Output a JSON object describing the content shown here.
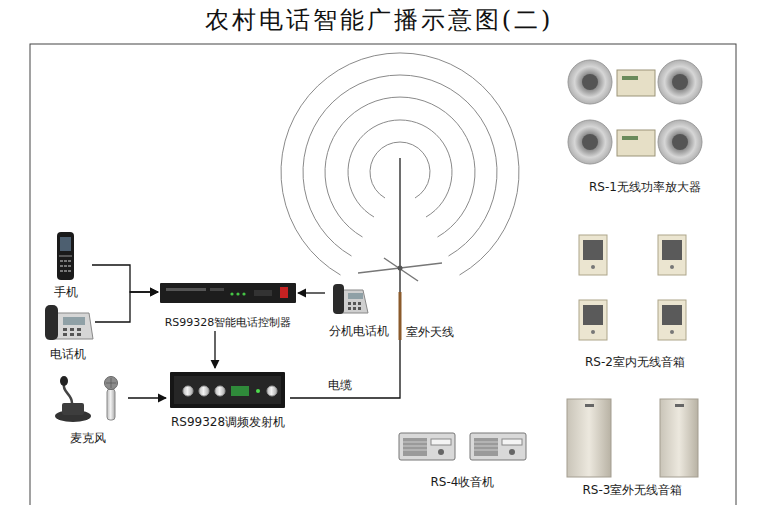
{
  "diagram": {
    "title": "农村电话智能广播示意图(二)",
    "nodes": [
      {
        "text": [
          "手机"
        ]
      },
      {
        "text": [
          "电话机"
        ]
      },
      {
        "text": [
          "RS99328智能电话控制器"
        ]
      },
      {
        "text": [
          "分机电话机"
        ]
      },
      {
        "text": [
          "麦克风"
        ]
      },
      {
        "text": [
          "RS99328调频发射机"
        ]
      },
      {
        "text": [
          "室外天线"
        ]
      },
      {
        "text": [
          "RS-1无线功率放大器"
        ]
      },
      {
        "text": [
          "RS-2室内无线音箱"
        ]
      },
      {
        "text": [
          "RS-3室外无线音箱"
        ]
      },
      {
        "text": [
          "RS-4收音机"
        ]
      }
    ],
    "edges": [
      {
        "from": 0,
        "to": 2,
        "arrow": "to"
      },
      {
        "from": 1,
        "to": 2,
        "arrow": "to"
      },
      {
        "from": 3,
        "to": 2,
        "arrow": "to"
      },
      {
        "from": 2,
        "to": 5,
        "arrow": "to"
      },
      {
        "from": 4,
        "to": 5,
        "arrow": "to"
      },
      {
        "from": 5,
        "to": 6,
        "label": "电缆",
        "arrow": "none"
      }
    ]
  }
}
